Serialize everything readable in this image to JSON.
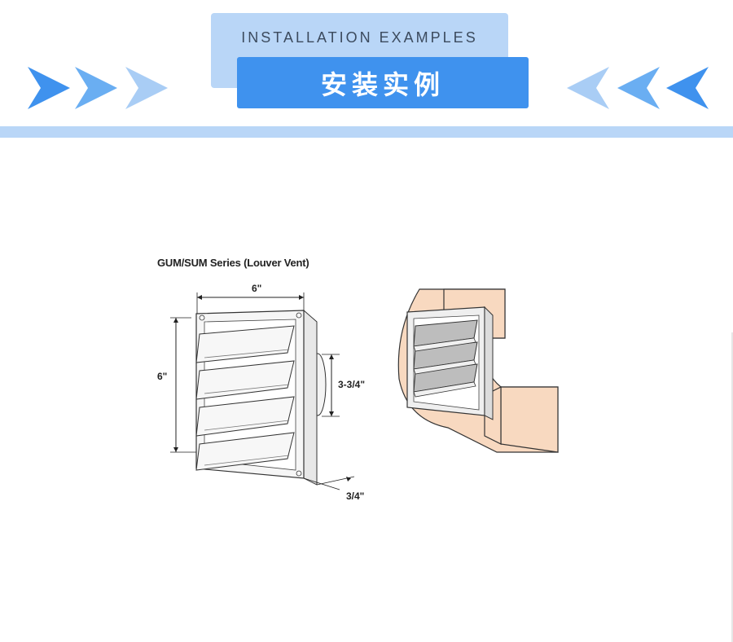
{
  "header": {
    "title_en": "INSTALLATION EXAMPLES",
    "title_cn": "安装实例",
    "colors": {
      "light_blue": "#b9d6f7",
      "primary_blue": "#3f92ee",
      "arrow_light": "#a9cdf5",
      "arrow_mid": "#6aaef2",
      "arrow_dark": "#3f92ee"
    },
    "left_arrows_icon": "chevron-right-icon",
    "right_arrows_icon": "chevron-left-icon"
  },
  "figure": {
    "title": "GUM/SUM Series (Louver Vent)",
    "dim_width": "6\"",
    "dim_height": "6\"",
    "dim_duct": "3-3/4\"",
    "dim_depth": "3/4\""
  }
}
